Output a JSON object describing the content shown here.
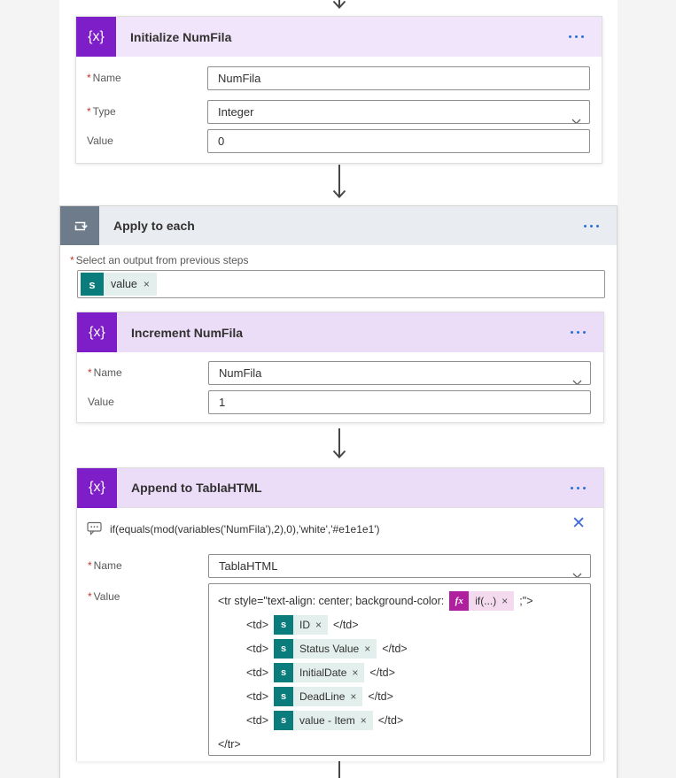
{
  "required_marker": "*",
  "colors": {
    "canvas_bg": "#F4F4F4",
    "variable_purple": "#7E1EC8",
    "card_header_lavender": "#F0E5FA",
    "loop_slate": "#6E7B8A",
    "loop_header_gray": "#E9EDF1",
    "sharepoint_teal": "#0B7C7C",
    "token_pill_teal": "#E3EFEC",
    "fx_magenta": "#AE209E",
    "fx_pill_pink": "#F3DAEF",
    "action_blue": "#2970D9",
    "required_red": "#C0392B"
  },
  "icons": {
    "variable_glyph": "{x}",
    "fx_glyph": "fx",
    "sharepoint_glyph": "s",
    "remove_glyph": "×",
    "close_glyph": "✕"
  },
  "initialize_card": {
    "title": "Initialize NumFila",
    "name_label": "Name",
    "name_value": "NumFila",
    "type_label": "Type",
    "type_value": "Integer",
    "value_label": "Value",
    "value_value": "0"
  },
  "apply_card": {
    "title": "Apply to each",
    "select_label": "Select an output from previous steps",
    "token_label": "value"
  },
  "increment_card": {
    "title": "Increment NumFila",
    "name_label": "Name",
    "name_value": "NumFila",
    "value_label": "Value",
    "value_value": "1"
  },
  "append_card": {
    "title": "Append to TablaHTML",
    "expression": "if(equals(mod(variables('NumFila'),2),0),'white','#e1e1e1')",
    "name_label": "Name",
    "name_value": "TablaHTML",
    "value_label": "Value",
    "value_editor": {
      "line1_pre": "<tr style=\"text-align: center; background-color:",
      "fx_token_label": "if(...)",
      "line1_post": ";\">",
      "row_open": "<td>",
      "row_close": "</td>",
      "rows": [
        {
          "token": "ID"
        },
        {
          "token": "Status Value"
        },
        {
          "token": "InitialDate"
        },
        {
          "token": "DeadLine"
        },
        {
          "token": "value - Item"
        }
      ],
      "closing_tag": "</tr>"
    }
  }
}
